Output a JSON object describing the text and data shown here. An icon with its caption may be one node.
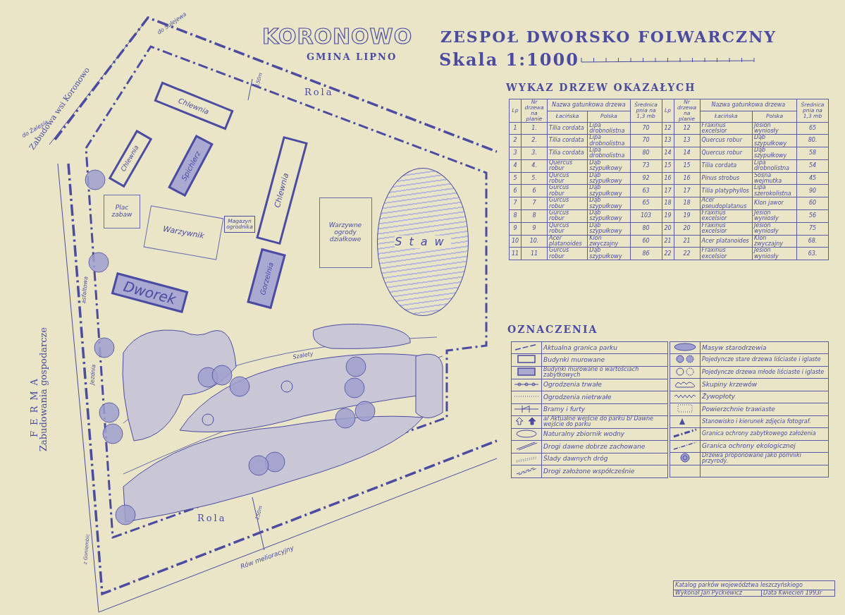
{
  "diagram": {
    "title": "KORONOWO",
    "nodes": [
      {
        "text": [
          "Chlewnia"
        ]
      },
      {
        "text": [
          "Chlewnia"
        ]
      },
      {
        "text": [
          "Spichlerz"
        ]
      },
      {
        "text": [
          "Plac zabaw"
        ]
      },
      {
        "text": [
          "Warzywnik"
        ]
      },
      {
        "text": [
          "Magazyn ogrodnika"
        ]
      },
      {
        "text": [
          "Chlewnia"
        ]
      },
      {
        "text": [
          "Dworek"
        ]
      },
      {
        "text": [
          "Gorzelnia"
        ]
      },
      {
        "text": [
          "Warzywne ogrody działkowe"
        ]
      },
      {
        "text": [
          "Staw"
        ]
      }
    ],
    "labels": [
      "GMINA LIPNO",
      "ZESPOŁ DWORSKO FOLWARCZNY",
      "Skala 1:1000",
      "Zabudowa wsi Koronowo",
      "do Sulejewa",
      "do Żalesia",
      "Rola",
      "150m",
      "WYKAZ DRZEW OKAZAŁYCH",
      "FERMA",
      "Zabudowania gospodarcze",
      "asfaltowa",
      "Jezdnia",
      "OZNACZENIA",
      "Szalety",
      "Rola",
      "150m",
      "z Goniembic",
      "Rów melioracyjny",
      "Lp",
      "Nr drzewa na planie",
      "Nazwa gatunkowa drzewa",
      "Średnica pnia na 1,3 mb",
      "Lp",
      "Nr drzewa na planie",
      "Nazwa gatunkowa drzewa",
      "Średnica pnia na 1,3 mb",
      "Łacińska",
      "Polska",
      "Łacińska",
      "Polska",
      "1",
      "1.",
      "Tilia cordata",
      "Lipa drobnolistna",
      "70",
      "12",
      "12",
      "Fraxinus excelsior",
      "Jesion wyniosły",
      "65",
      "2",
      "2.",
      "Tilia cordata",
      "Lipa drobnolistna",
      "70",
      "13",
      "13",
      "Quercus robur",
      "Dąb szypułkowy",
      "80.",
      "3",
      "3.",
      "Tilia cordata",
      "Lipa drobnolistna",
      "80",
      "14",
      "14",
      "Quercus robur",
      "Dąb szypułkowy",
      "58",
      "4",
      "4.",
      "Quercus robur",
      "Dąb szypułkowy",
      "73",
      "15",
      "15",
      "Tilia cordata",
      "Lipa drobnolistna",
      "54",
      "5",
      "5.",
      "Qurcus robur",
      "Dąb szypułkowy",
      "92",
      "16",
      "16",
      "Pinus strobus",
      "Sosna wejmutka",
      "45",
      "6",
      "6",
      "Gurcus robur",
      "Dąb szypułkowy",
      "63",
      "17",
      "17",
      "Tilia platyphyllos",
      "Lipa szerokolistna",
      "90",
      "7",
      "7",
      "Gurcus robur",
      "Dąb szypułkowy",
      "65",
      "18",
      "18",
      "Acer pseudoplatanus",
      "Klon jawor",
      "60",
      "8",
      "8",
      "Gurcus robur",
      "Dąb szypułkowy",
      "103",
      "19",
      "19",
      "Fraxinus excelsior",
      "Jesion wyniosły",
      "56",
      "9",
      "9",
      "Qurcus robur",
      "Dąb szypułkowy",
      "80",
      "20",
      "20",
      "Fraxinus excelsior",
      "Jesion wyniosły",
      "75",
      "10",
      "10.",
      "Acer platanoides",
      "Klon zwyczajny",
      "60",
      "21",
      "21",
      "Acer platanoides",
      "Klon zwyczajny",
      "68.",
      "11",
      "11",
      "Gurcus robur",
      "Dąb szypułkowy",
      "86",
      "22",
      "22",
      "Fraxinus excelsior",
      "Jesion wyniosły",
      "63.",
      "Katalog parków województwa leszczyńskiego",
      "Wykonał Jan Pyckiewicz",
      "Data Kwiecień 1993r"
    ],
    "legend": [
      {
        "text": "Aktualna granica parku"
      },
      {
        "text": "Budynki murowane"
      },
      {
        "text": "Budynki murowane o wartościach zabytkowych"
      },
      {
        "text": "Ogrodzenia trwałe"
      },
      {
        "text": "Ogrodzenia nietrwałe"
      },
      {
        "text": "Bramy i furty"
      },
      {
        "text": "a/ Aktualne wejście do parku b/ Dawne wejście do parku"
      },
      {
        "text": "Naturalny zbiornik wodny"
      },
      {
        "text": "Drogi dawne dobrze zachowane"
      },
      {
        "text": "Ślady dawnych dróg"
      },
      {
        "text": "Drogi założone współcześnie"
      },
      {
        "text": "Masyw starodrzewia"
      },
      {
        "text": "Pojedyncze stare drzewa liściaste i iglaste"
      },
      {
        "text": "Pojedyncze drzewa młode liściaste i iglaste"
      },
      {
        "text": "Skupiny krzewów"
      },
      {
        "text": "Żywopłoty"
      },
      {
        "text": "Powierzchnie trawiaste"
      },
      {
        "text": "Stanowisko i kierunek zdjęcia fotograf."
      },
      {
        "text": "Granica ochrony zabytkowego założenia"
      },
      {
        "text": "Granica ochrony ekologicznej"
      },
      {
        "text": "Drzewa proponowane jako pomniki przyrody."
      }
    ]
  }
}
